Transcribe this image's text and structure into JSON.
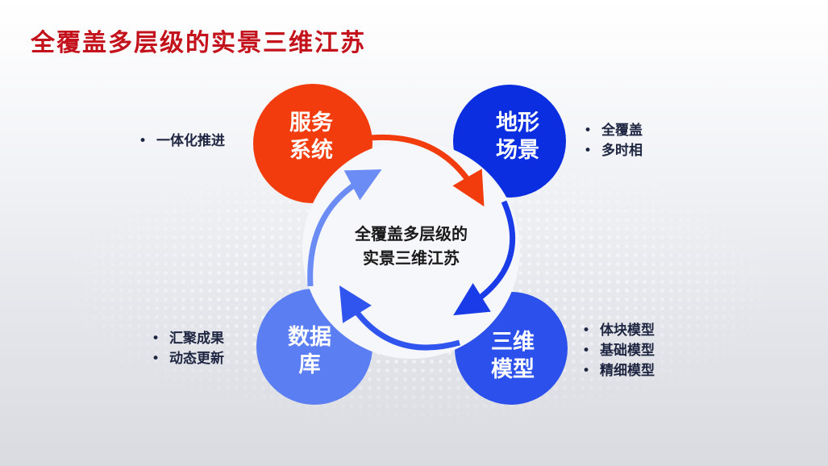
{
  "title": "全覆盖多层级的实景三维江苏",
  "center": {
    "line1": "全覆盖多层级的",
    "line2": "实景三维江苏"
  },
  "nodes": [
    {
      "line1": "服务",
      "line2": "系统",
      "color": "#f23c0d",
      "bullets": [
        "一体化推进"
      ]
    },
    {
      "line1": "地形",
      "line2": "场景",
      "color": "#0b2fe0",
      "bullets": [
        "全覆盖",
        "多时相"
      ]
    },
    {
      "line1": "三维",
      "line2": "模型",
      "color": "#2b50ec",
      "bullets": [
        "体块模型",
        "基础模型",
        "精细模型"
      ]
    },
    {
      "line1": "数据",
      "line2": "库",
      "color": "#5b7ff2",
      "bullets": [
        "汇聚成果",
        "动态更新"
      ]
    }
  ]
}
